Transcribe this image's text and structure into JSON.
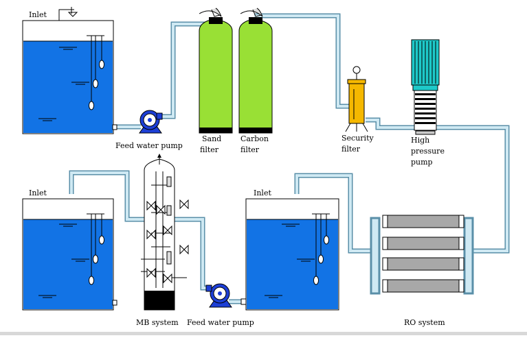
{
  "labels": {
    "inlet_tank1": "Inlet",
    "inlet_tank2": "Inlet",
    "inlet_tank3": "Inlet",
    "feed_pump_1": "Feed water pump",
    "sand_filter_line1": "Sand",
    "sand_filter_line2": "filter",
    "carbon_filter_line1": "Carbon",
    "carbon_filter_line2": "filter",
    "security_filter_line1": "Security",
    "security_filter_line2": "filter",
    "hp_pump_line1": "High",
    "hp_pump_line2": "pressure",
    "hp_pump_line3": "pump",
    "mb_system": "MB system",
    "feed_pump_2": "Feed water pump",
    "ro_system": "RO system"
  },
  "colors": {
    "water": "#1273e5",
    "pipe": "#5a8fa8",
    "filter_media": "#99e035",
    "pump_blue": "#1d3fd6",
    "security_filter": "#f5b800",
    "motor_teal": "#1ec9c9",
    "membrane": "#a8a8a8"
  }
}
